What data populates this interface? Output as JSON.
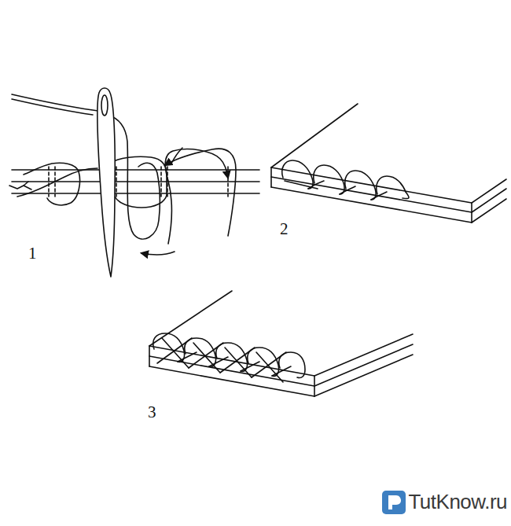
{
  "diagram": {
    "labels": [
      "1",
      "2",
      "3",
      "TutKnow.ru"
    ]
  }
}
